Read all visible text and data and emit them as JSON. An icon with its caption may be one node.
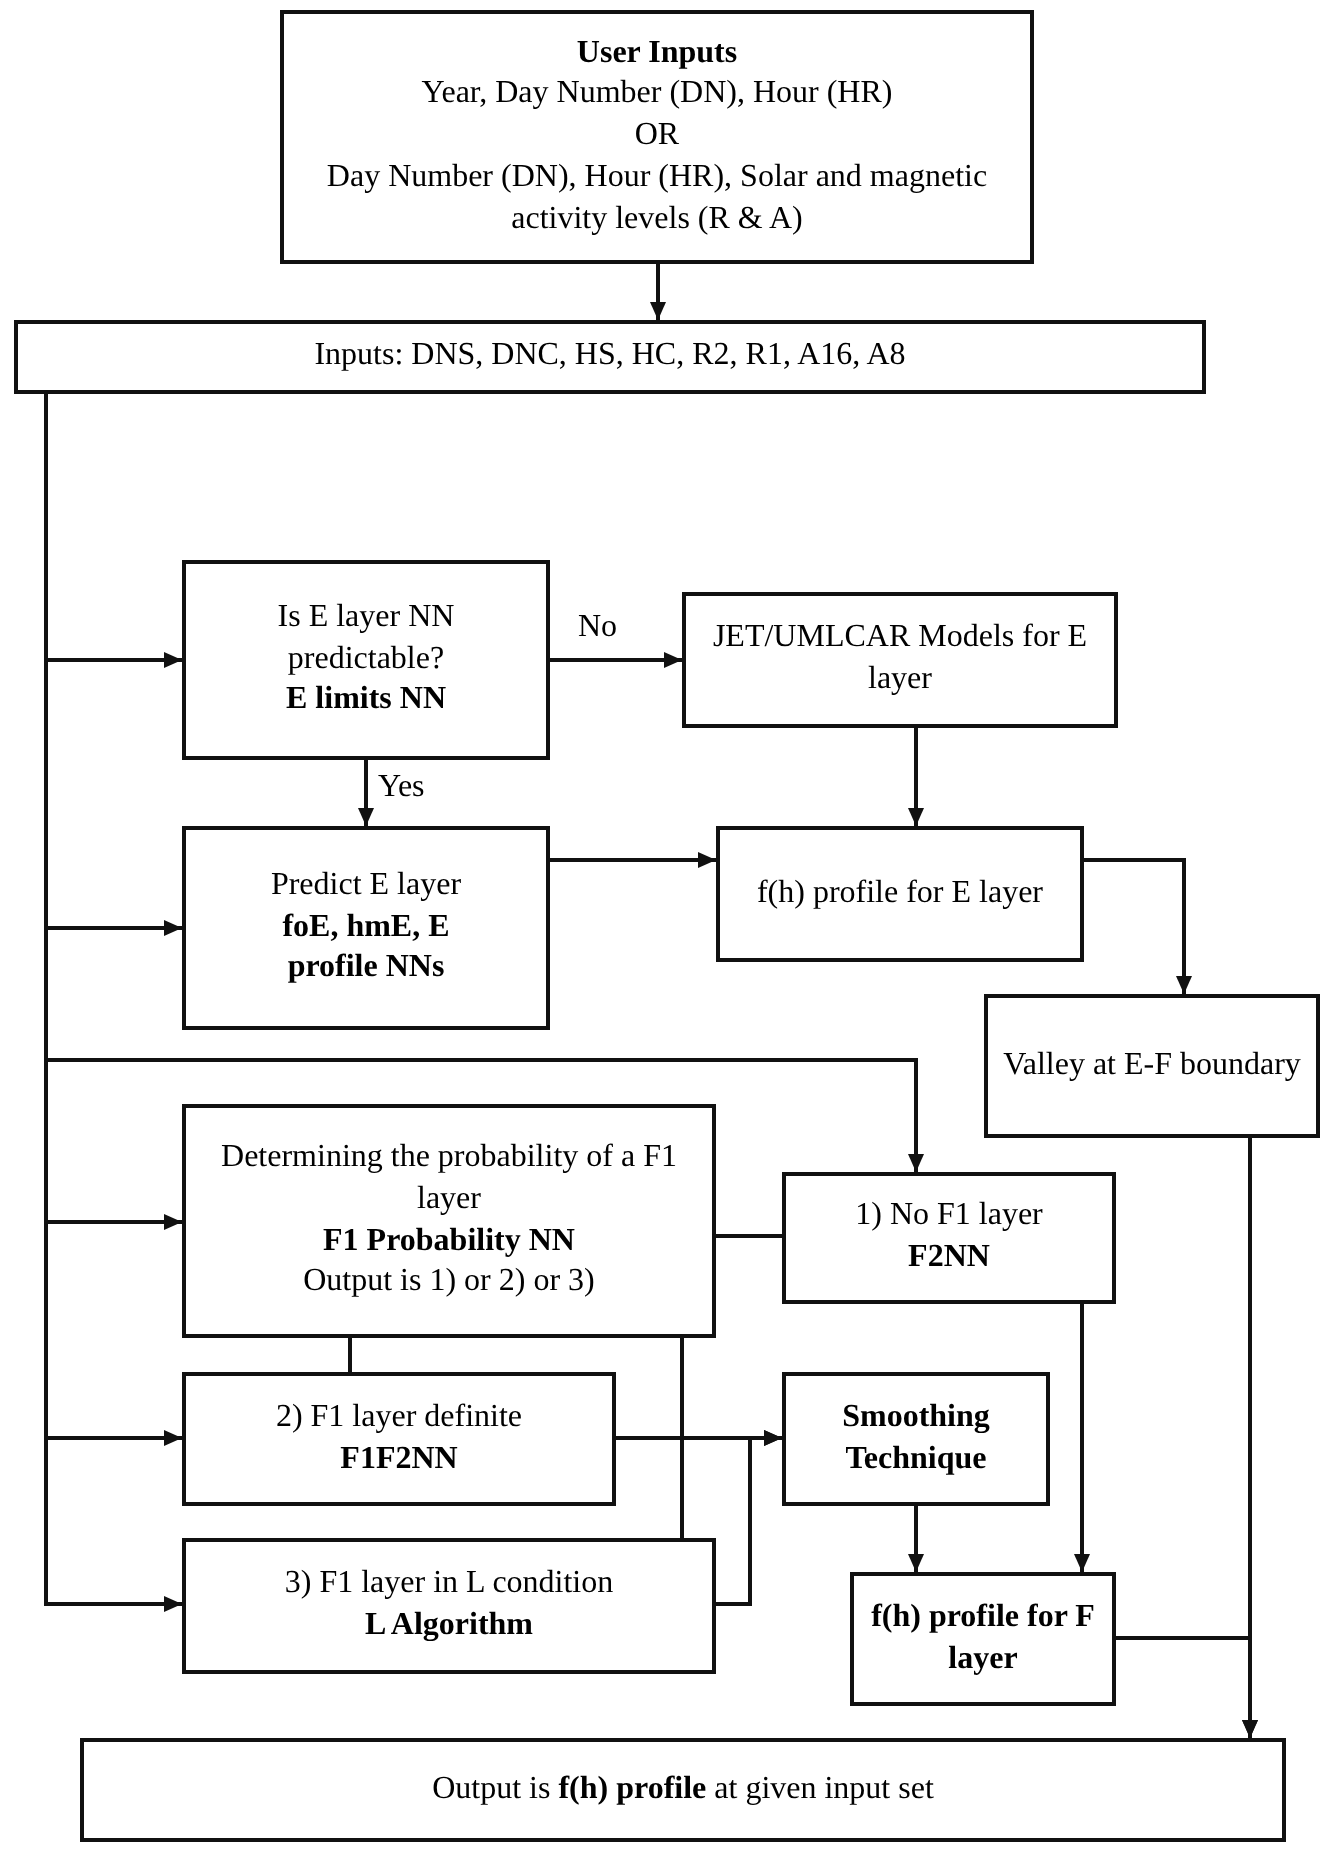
{
  "diagram": {
    "nodes": [
      {
        "text": [
          "**User Inputs**",
          "Year, Day Number (DN), Hour (HR)",
          "OR",
          "Day Number (DN), Hour (HR), Solar and magnetic activity levels (R & A)"
        ]
      },
      {
        "text": [
          "Inputs: DNS, DNC, HS, HC, R2, R1, A16, A8"
        ]
      },
      {
        "text": [
          "Is E layer NN predictable?",
          "**E limits NN**"
        ]
      },
      {
        "text": [
          "JET/UMLCAR Models for E layer"
        ]
      },
      {
        "text": [
          "Predict E layer",
          "**foE, hmE, E profile NNs**"
        ]
      },
      {
        "text": [
          "f(h) profile for E layer"
        ]
      },
      {
        "text": [
          "Valley at E-F boundary"
        ]
      },
      {
        "text": [
          "Determining the probability of a F1 layer",
          "**F1 Probability NN**",
          "Output is 1) or 2) or 3)"
        ]
      },
      {
        "text": [
          "1) No F1 layer",
          "**F2NN**"
        ]
      },
      {
        "text": [
          "2) F1 layer definite",
          "**F1F2NN**"
        ]
      },
      {
        "text": [
          "Smoothing Technique"
        ]
      },
      {
        "text": [
          "3) F1 layer in L condition",
          "**L Algorithm**"
        ]
      },
      {
        "text": [
          "f(h) profile for F layer"
        ]
      },
      {
        "text": [
          "Output is **f(h) profile** at given input set"
        ]
      }
    ],
    "edges": [
      {
        "from": 0,
        "to": 1,
        "arrow": "to"
      },
      {
        "from": 1,
        "to": 2,
        "arrow": "to"
      },
      {
        "from": 1,
        "to": 4,
        "arrow": "to"
      },
      {
        "from": 1,
        "to": 7,
        "arrow": "to"
      },
      {
        "from": 1,
        "to": 9,
        "arrow": "to"
      },
      {
        "from": 1,
        "to": 11,
        "arrow": "to"
      },
      {
        "from": 1,
        "to": 8,
        "arrow": "to"
      },
      {
        "from": 2,
        "to": 3,
        "arrow": "to",
        "label": "No"
      },
      {
        "from": 2,
        "to": 4,
        "arrow": "to",
        "label": "Yes"
      },
      {
        "from": 3,
        "to": 5,
        "arrow": "to"
      },
      {
        "from": 4,
        "to": 5,
        "arrow": "to"
      },
      {
        "from": 5,
        "to": 6,
        "arrow": "to"
      },
      {
        "from": 6,
        "to": 13,
        "arrow": "to"
      },
      {
        "from": 7,
        "to": 8,
        "arrow": "none"
      },
      {
        "from": 7,
        "to": 9,
        "arrow": "none"
      },
      {
        "from": 7,
        "to": 11,
        "arrow": "none"
      },
      {
        "from": 9,
        "to": 10,
        "arrow": "to"
      },
      {
        "from": 11,
        "to": 10,
        "arrow": "to"
      },
      {
        "from": 10,
        "to": 12,
        "arrow": "to"
      },
      {
        "from": 8,
        "to": 12,
        "arrow": "to"
      },
      {
        "from": 12,
        "to": 13,
        "arrow": "to"
      }
    ]
  }
}
